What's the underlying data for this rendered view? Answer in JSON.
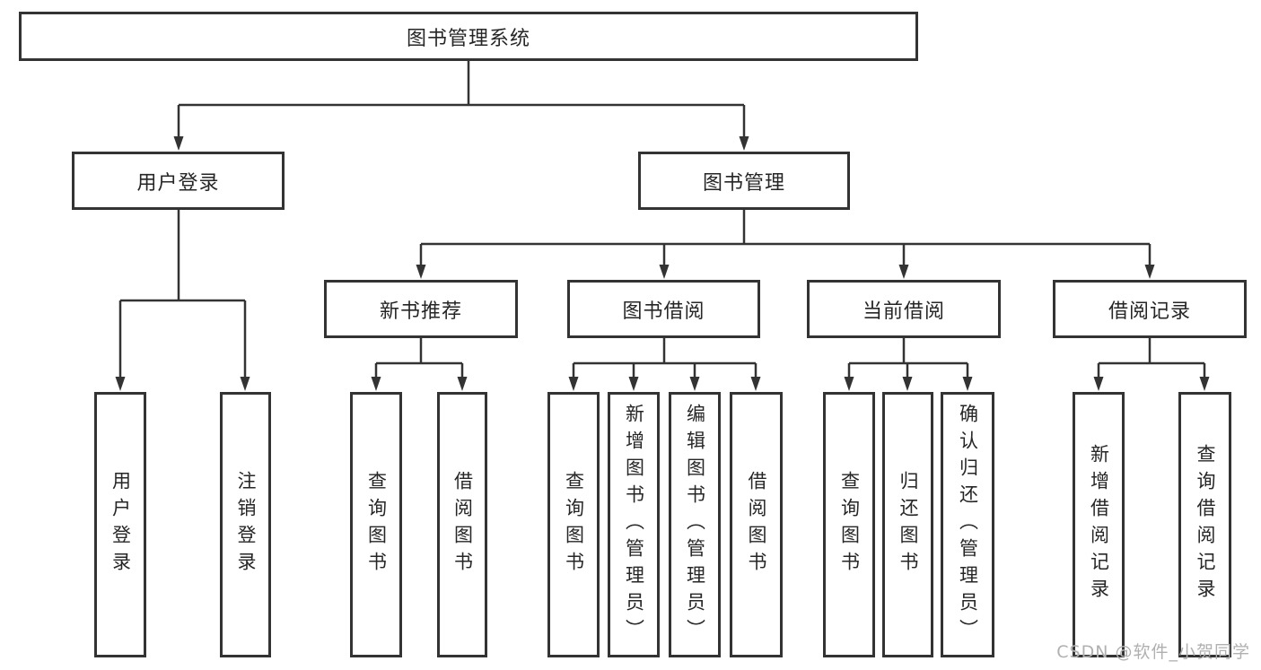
{
  "diagram": {
    "root": {
      "label": "图书管理系统"
    },
    "branches": [
      {
        "label": "用户登录",
        "children": [
          {
            "label": "用户登录"
          },
          {
            "label": "注销登录"
          }
        ]
      },
      {
        "label": "图书管理",
        "children": [
          {
            "label": "新书推荐",
            "children": [
              {
                "label": "查询图书"
              },
              {
                "label": "借阅图书"
              }
            ]
          },
          {
            "label": "图书借阅",
            "children": [
              {
                "label": "查询图书"
              },
              {
                "label": "新增图书（管理员）"
              },
              {
                "label": "编辑图书（管理员）"
              },
              {
                "label": "借阅图书"
              }
            ]
          },
          {
            "label": "当前借阅",
            "children": [
              {
                "label": "查询图书"
              },
              {
                "label": "归还图书"
              },
              {
                "label": "确认归还（管理员）"
              }
            ]
          },
          {
            "label": "借阅记录",
            "children": [
              {
                "label": "新增借阅记录"
              },
              {
                "label": "查询借阅记录"
              }
            ]
          }
        ]
      }
    ]
  },
  "watermark": {
    "text": "CSDN @软件_小贺同学"
  },
  "colors": {
    "line": "#333333",
    "border": "#333333",
    "box_fill": "#ffffff",
    "text": "#262626",
    "background": "#ffffff",
    "watermark": "#b0b0b0"
  }
}
